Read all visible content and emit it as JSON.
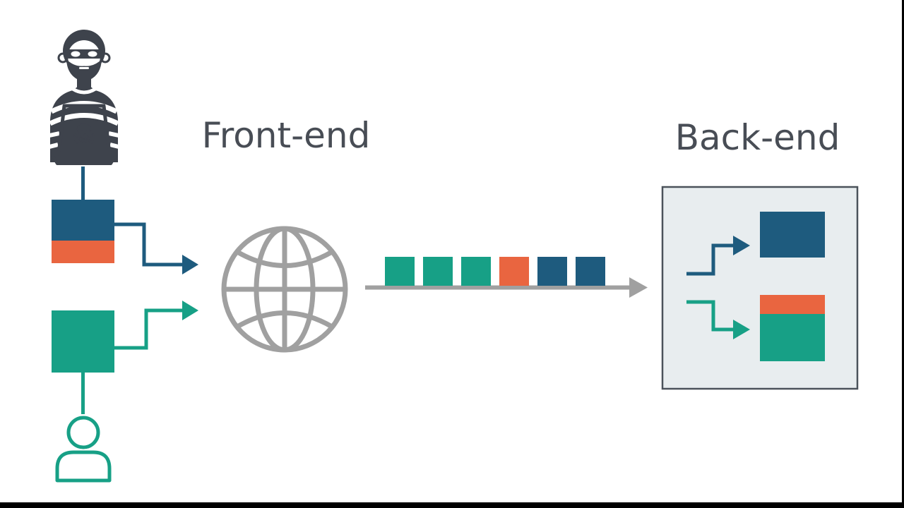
{
  "title_labels": {
    "front_end": "Front-end",
    "back_end": "Back-end"
  },
  "colors": {
    "background": "#ffffff",
    "letterbox": "#000000",
    "blue": "#1e5b7e",
    "orange": "#e96540",
    "teal": "#17a086",
    "gray": "#a0a0a0",
    "text": "#484d55",
    "icon_dark": "#3e434c",
    "panel_bg": "#e8edef",
    "panel_border": "#4b525a",
    "white": "#ffffff"
  },
  "icons": {
    "attacker": "hacker-laptop-skull-icon",
    "user": "person-icon",
    "front_end_server": "globe-icon",
    "skull_glyph": "☠"
  },
  "requests": {
    "attacker_request": {
      "segments": [
        {
          "color": "blue"
        },
        {
          "color": "orange"
        }
      ]
    },
    "user_request": {
      "segments": [
        {
          "color": "teal"
        }
      ]
    },
    "queue_sequence": [
      "teal",
      "teal",
      "teal",
      "orange",
      "blue",
      "blue"
    ],
    "backend_top_result": {
      "segments": [
        {
          "color": "blue"
        }
      ]
    },
    "backend_bottom_result": {
      "segments": [
        {
          "color": "orange"
        },
        {
          "color": "teal"
        }
      ]
    }
  }
}
